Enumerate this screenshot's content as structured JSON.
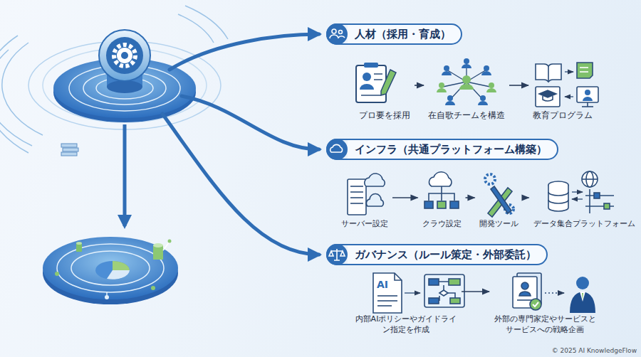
{
  "diagram": {
    "nodes": [
      {
        "text": [
          "人材（採用・育成）"
        ]
      },
      {
        "text": [
          "プロ要を採用"
        ]
      },
      {
        "text": [
          "在自歌チームを構造"
        ]
      },
      {
        "text": [
          "教育プログラム"
        ]
      },
      {
        "text": [
          "インフラ（共通プラットフォーム構築）"
        ]
      },
      {
        "text": [
          "サーバー設定"
        ]
      },
      {
        "text": [
          "クラウ設定"
        ]
      },
      {
        "text": [
          "開発ツール"
        ]
      },
      {
        "text": [
          "データ集合プラットフォーム"
        ]
      },
      {
        "text": [
          "ガバナンス（ルール策定・外部委託）"
        ]
      },
      {
        "text": [
          "内部AIポリシーやガイドライン指定を作成"
        ]
      },
      {
        "text": [
          "外部の専門家定やサービスとサービスへの戦略企画"
        ]
      }
    ],
    "edges": [
      {
        "from": 1,
        "to": 2,
        "arrow": "to"
      },
      {
        "from": 2,
        "to": 3,
        "arrow": "to"
      },
      {
        "from": 5,
        "to": 6,
        "arrow": "to"
      },
      {
        "from": 6,
        "to": 7,
        "arrow": "to"
      },
      {
        "from": 7,
        "to": 8,
        "arrow": "to"
      },
      {
        "from": 10,
        "to": 11,
        "arrow": "to"
      }
    ],
    "labels": [
      "AI",
      "© 2025 AI KnowledgeFlow"
    ]
  }
}
